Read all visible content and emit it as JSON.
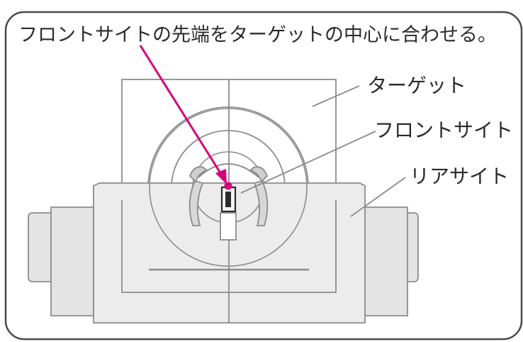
{
  "diagram": {
    "instruction": "フロントサイトの先端をターゲットの中心に合わせる。",
    "labels": {
      "target": "ターゲット",
      "front_sight": "フロントサイト",
      "rear_sight": "リアサイト"
    }
  },
  "colors": {
    "frame": "#4a4a4a",
    "line": "#8c8c8c",
    "body_fill": "#ececec",
    "end_fill": "#e4e4e4",
    "target_fill": "#ffffff",
    "pointer": "#d6007a"
  }
}
